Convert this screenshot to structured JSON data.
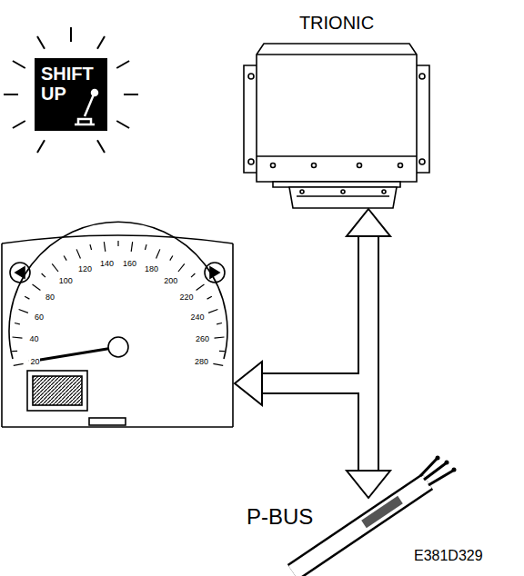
{
  "diagram": {
    "nodes": [
      {
        "text": [
          "SHIFT UP"
        ]
      },
      {
        "text": [
          "TRIONIC"
        ]
      },
      {
        "text": [
          "20",
          "40",
          "60",
          "80",
          "100",
          "120",
          "140",
          "160",
          "180",
          "200",
          "220",
          "240",
          "260",
          "280"
        ]
      },
      {
        "text": [
          "P-BUS"
        ]
      }
    ],
    "edges": [
      {
        "from": 1,
        "to": 2,
        "arrow": "to"
      },
      {
        "from": 1,
        "to": 3,
        "arrow": "both"
      }
    ],
    "labels": [
      "E381D329"
    ]
  }
}
